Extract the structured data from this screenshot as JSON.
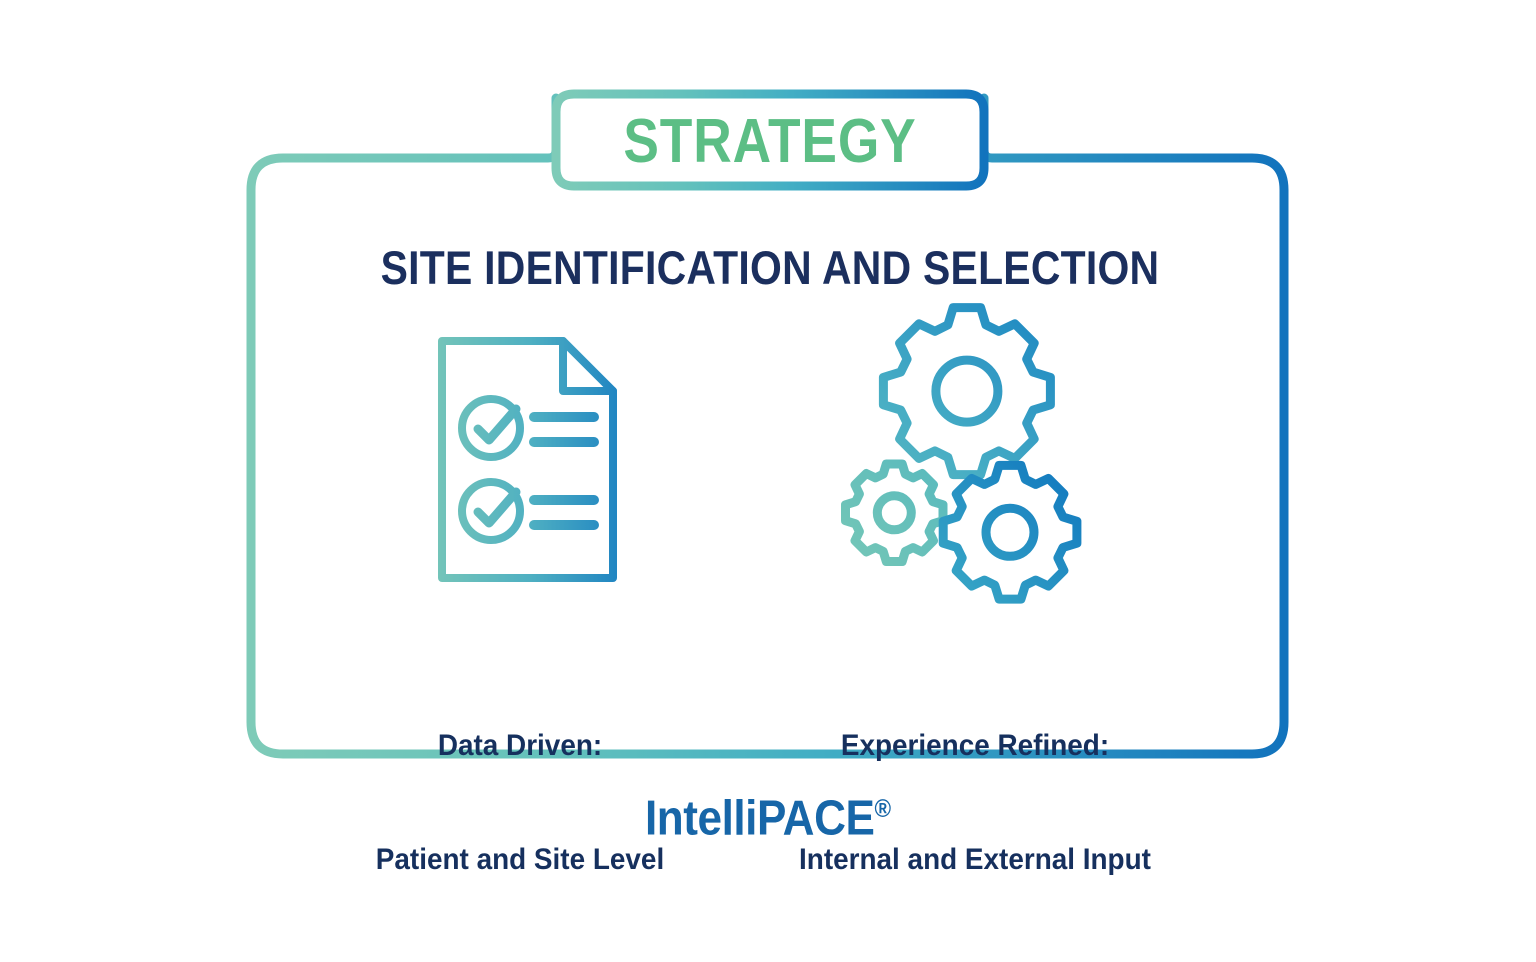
{
  "figure": {
    "badge_label": "STRATEGY",
    "heading": "SITE IDENTIFICATION AND SELECTION",
    "brand": {
      "name": "IntelliPACE",
      "trademark": "®"
    },
    "columns": [
      {
        "icon": "checklist-document-icon",
        "caption_line1": "Data Driven:",
        "caption_line2": "Patient and Site Level"
      },
      {
        "icon": "gears-icon",
        "caption_line1": "Experience Refined:",
        "caption_line2": "Internal and External Input"
      }
    ]
  },
  "colors": {
    "background": "#ffffff",
    "badge_text_green": "#5cbe85",
    "heading_navy": "#1b2f5e",
    "caption_navy": "#16305e",
    "brand_blue": "#1766a8",
    "gradient_start_teal": "#7ecbb8",
    "gradient_mid_cyan": "#4eb5bd",
    "gradient_end_blue": "#1b7fc0"
  }
}
